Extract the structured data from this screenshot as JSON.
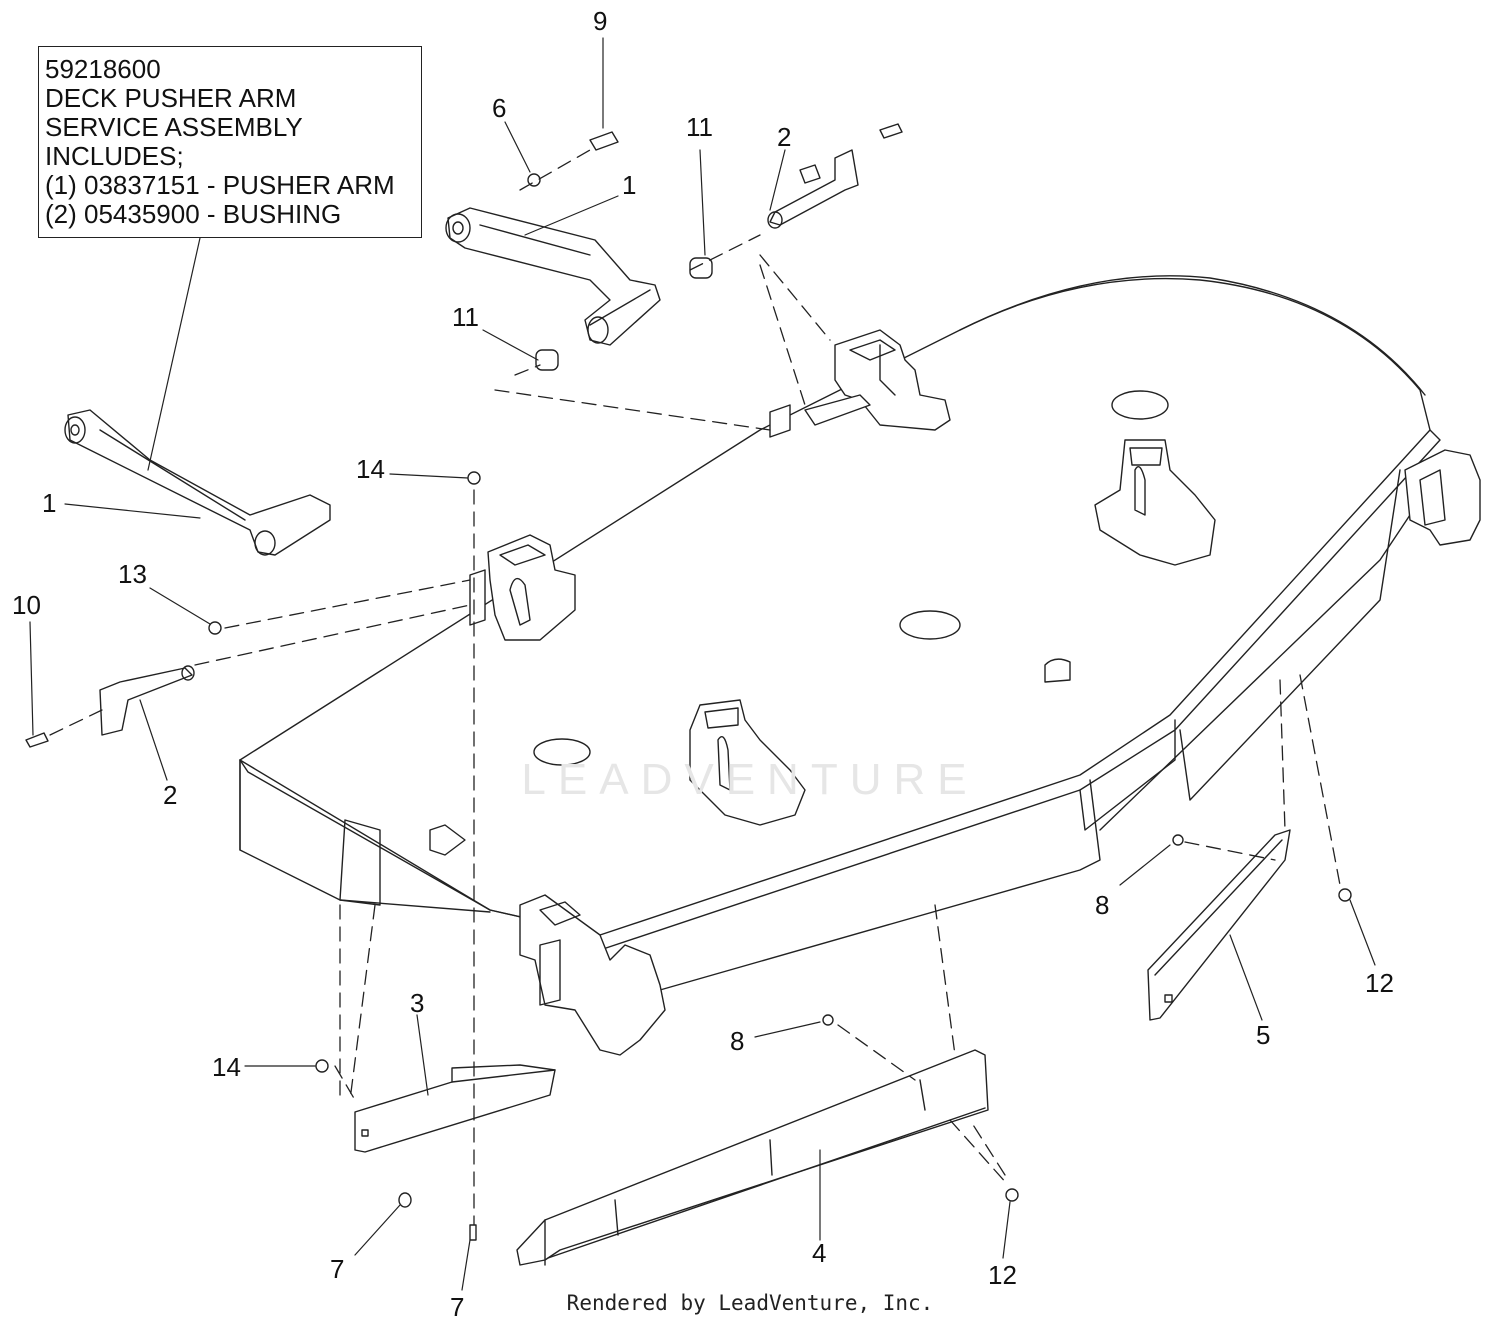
{
  "callout": {
    "lines": [
      "59218600",
      "DECK PUSHER ARM",
      "SERVICE ASSEMBLY",
      "INCLUDES;",
      "(1) 03837151 - PUSHER ARM",
      "(2) 05435900 - BUSHING"
    ]
  },
  "part_numbers": {
    "n9": "9",
    "n6": "6",
    "n11a": "11",
    "n2a": "2",
    "n1a": "1",
    "n11b": "11",
    "n14a": "14",
    "n1b": "1",
    "n13": "13",
    "n10": "10",
    "n2b": "2",
    "n3": "3",
    "n14b": "14",
    "n8a": "8",
    "n8b": "8",
    "n12a": "12",
    "n5": "5",
    "n4": "4",
    "n7a": "7",
    "n7b": "7",
    "n12b": "12"
  },
  "watermark": "LEADVENTURE",
  "footer": "Rendered by LeadVenture, Inc.",
  "colors": {
    "line": "#222222",
    "paper": "#ffffff",
    "watermark": "#e6e6e6"
  }
}
